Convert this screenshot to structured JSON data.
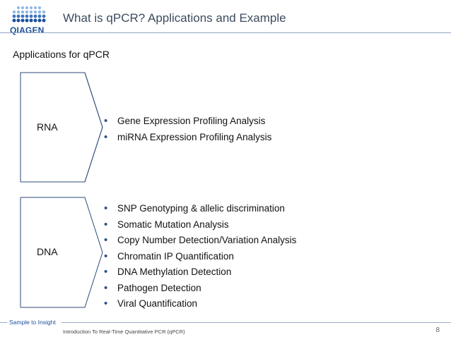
{
  "header": {
    "logo_text": "QIAGEN",
    "title": "What is qPCR? Applications and Example"
  },
  "section": {
    "heading": "Applications for qPCR"
  },
  "groups": [
    {
      "label": "RNA",
      "items": [
        "Gene Expression Profiling Analysis",
        "miRNA Expression Profiling Analysis"
      ]
    },
    {
      "label": "DNA",
      "items": [
        "SNP Genotyping & allelic discrimination",
        "Somatic Mutation Analysis",
        "Copy Number Detection/Variation Analysis",
        "Chromatin IP Quantification",
        "DNA Methylation Detection",
        "Pathogen Detection",
        "Viral Quantification"
      ]
    }
  ],
  "footer": {
    "tagline": "Sample to Insight",
    "text": "Introduction To Real-Time Quantitative PCR (qPCR)",
    "page_number": "8"
  },
  "colors": {
    "brand_blue": "#1b4f9b",
    "logo_dots_light": "#8fb7e3",
    "logo_dots_dark": "#1b4f9b",
    "chevron_stroke": "#2c4a7a",
    "bullet": "#2c4f8a"
  }
}
